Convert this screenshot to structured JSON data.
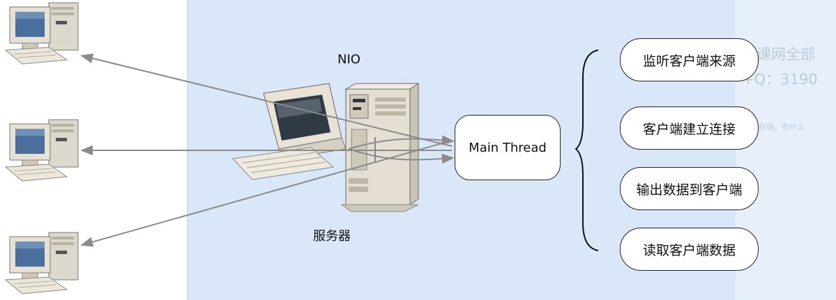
{
  "diagram": {
    "title": "NIO",
    "server_label": "服务器",
    "main_thread_label": "Main Thread",
    "tasks": [
      "监听客户端来源",
      "客户端建立连接",
      "输出数据到客户端",
      "读取客户端数据"
    ]
  },
  "watermark": {
    "line1": "慕课网全部",
    "line2": "+Q：3190",
    "line3": "鱼不在线，有什么"
  },
  "colors": {
    "panel_background": "#dae7f8",
    "arrow": "#8a8a8a",
    "node_border": "#222222",
    "node_fill": "#ffffff"
  },
  "icons": [
    "client-computer-icon",
    "server-computer-icon"
  ]
}
